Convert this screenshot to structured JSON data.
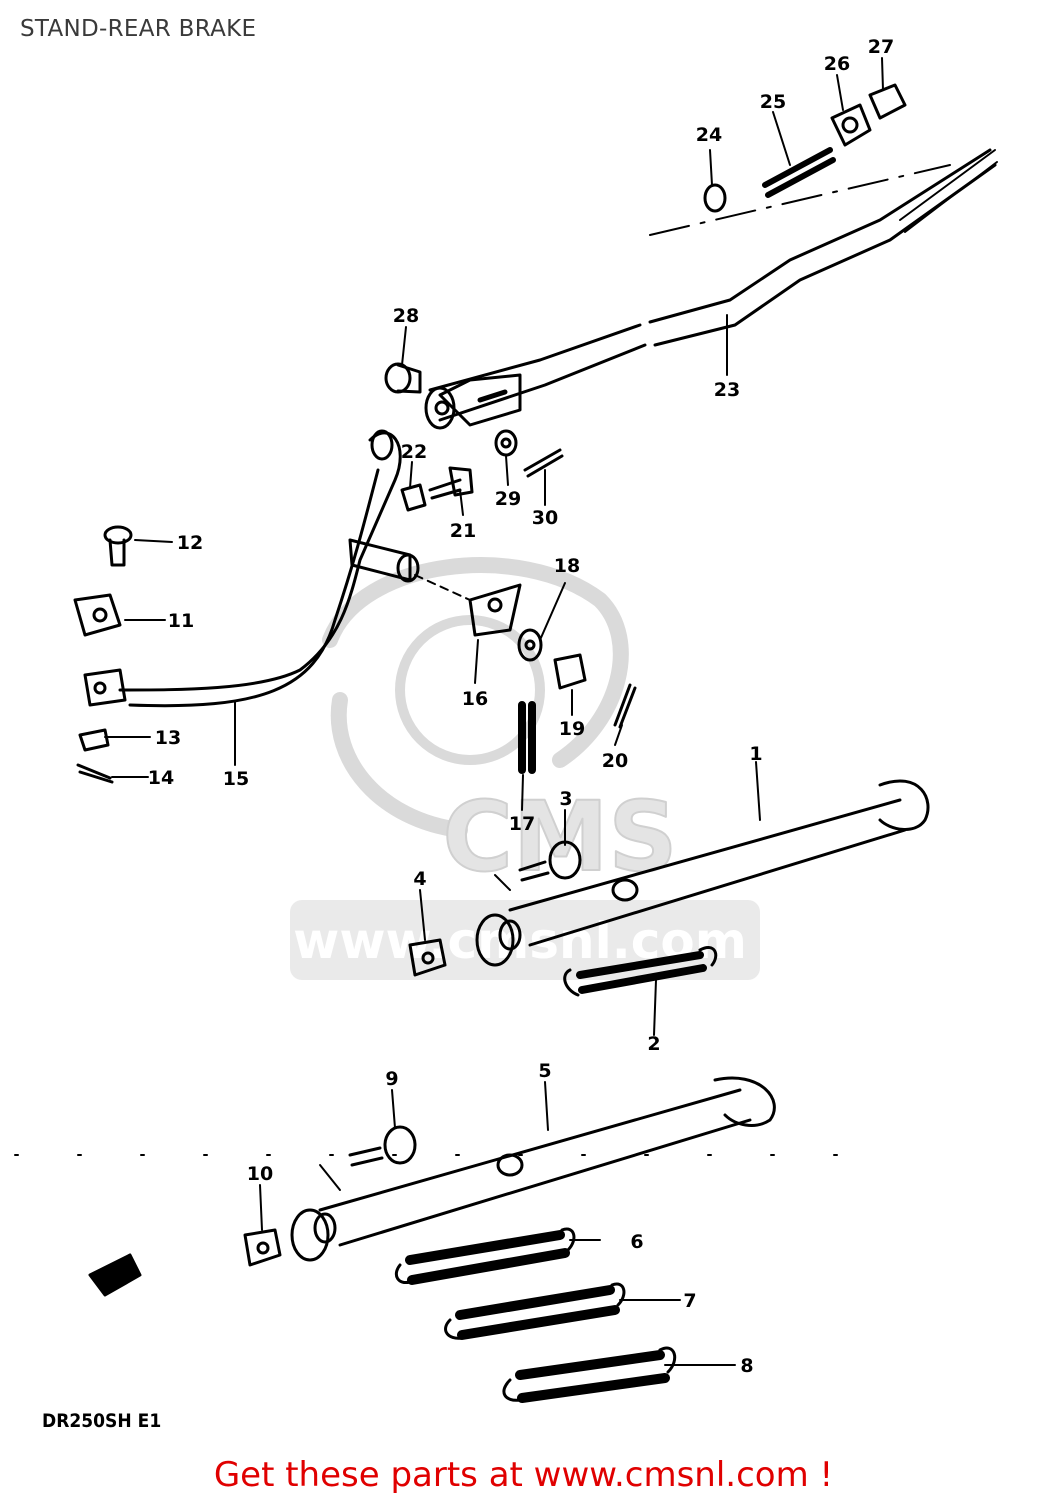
{
  "page": {
    "title": "STAND-REAR BRAKE",
    "model_code": "DR250SH E1",
    "footer_cta": "Get these parts at www.cmsnl.com !",
    "watermark": {
      "brand": "CMS",
      "url": "www.cmsnl.com"
    }
  },
  "colors": {
    "ink": "#000000",
    "cta": "#e00000",
    "title": "#3a3a3a",
    "watermark": "#d6d6d6"
  },
  "callouts": [
    {
      "id": "c1",
      "number": "1"
    },
    {
      "id": "c2",
      "number": "2"
    },
    {
      "id": "c3",
      "number": "3"
    },
    {
      "id": "c4",
      "number": "4"
    },
    {
      "id": "c5",
      "number": "5"
    },
    {
      "id": "c6",
      "number": "6"
    },
    {
      "id": "c7",
      "number": "7"
    },
    {
      "id": "c8",
      "number": "8"
    },
    {
      "id": "c9",
      "number": "9"
    },
    {
      "id": "c10",
      "number": "10"
    },
    {
      "id": "c11",
      "number": "11"
    },
    {
      "id": "c12",
      "number": "12"
    },
    {
      "id": "c13",
      "number": "13"
    },
    {
      "id": "c14",
      "number": "14"
    },
    {
      "id": "c15",
      "number": "15"
    },
    {
      "id": "c16",
      "number": "16"
    },
    {
      "id": "c17",
      "number": "17"
    },
    {
      "id": "c18",
      "number": "18"
    },
    {
      "id": "c19",
      "number": "19"
    },
    {
      "id": "c20",
      "number": "20"
    },
    {
      "id": "c21",
      "number": "21"
    },
    {
      "id": "c22",
      "number": "22"
    },
    {
      "id": "c23",
      "number": "23"
    },
    {
      "id": "c24",
      "number": "24"
    },
    {
      "id": "c25",
      "number": "25"
    },
    {
      "id": "c26",
      "number": "26"
    },
    {
      "id": "c27",
      "number": "27"
    },
    {
      "id": "c28",
      "number": "28"
    },
    {
      "id": "c29",
      "number": "29"
    },
    {
      "id": "c30",
      "number": "30"
    }
  ]
}
